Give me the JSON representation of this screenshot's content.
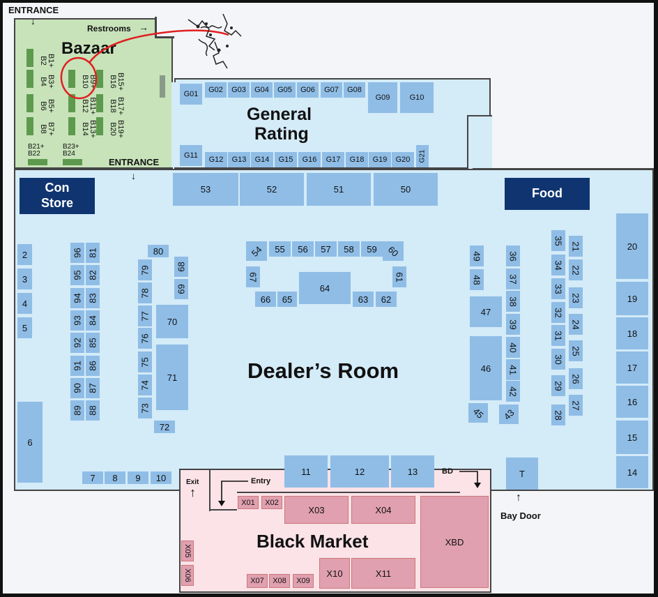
{
  "labels": {
    "entrance_top": "ENTRANCE",
    "entrance_mid": "ENTRANCE",
    "restrooms": "Restrooms",
    "bazaar": "Bazaar",
    "general_rating_1": "General",
    "general_rating_2": "Rating",
    "dealers_room": "Dealer’s Room",
    "black_market": "Black Market",
    "con_store_1": "Con",
    "con_store_2": "Store",
    "food": "Food",
    "exit": "Exit",
    "entry": "Entry",
    "bd": "BD",
    "bay_door": "Bay Door"
  },
  "bazaar_booths": [
    "B1+\nB2",
    "B3+\nB4",
    "B5+\nB6",
    "B7+\nB8",
    "B9+\nB10",
    "B11+\nB12",
    "B13+\nB14",
    "B15+\nB16",
    "B17+\nB18",
    "B19+\nB20",
    "B21+\nB22",
    "B23+\nB24"
  ],
  "general_booths": [
    "G01",
    "G02",
    "G03",
    "G04",
    "G05",
    "G06",
    "G07",
    "G08",
    "G09",
    "G10",
    "G11",
    "G12",
    "G13",
    "G14",
    "G15",
    "G16",
    "G17",
    "G18",
    "G19",
    "G20",
    "G21"
  ],
  "dealer_booths": {
    "top": [
      "53",
      "52",
      "51",
      "50"
    ],
    "left": [
      "2",
      "3",
      "4",
      "5",
      "6"
    ],
    "bottom": [
      "7",
      "8",
      "9",
      "10",
      "11",
      "12",
      "13",
      "T"
    ],
    "col96": [
      "96",
      "95",
      "94",
      "93",
      "92",
      "91",
      "90",
      "89"
    ],
    "col81": [
      "81",
      "82",
      "83",
      "84",
      "85",
      "86",
      "87",
      "88"
    ],
    "col79": [
      "80",
      "79",
      "78",
      "77",
      "76",
      "75",
      "74",
      "73",
      "72"
    ],
    "col68": [
      "68",
      "69",
      "70",
      "71"
    ],
    "center": [
      "54",
      "55",
      "56",
      "57",
      "58",
      "59",
      "60",
      "67",
      "61",
      "64",
      "66",
      "65",
      "63",
      "62"
    ],
    "right_mid": [
      "49",
      "48",
      "47",
      "46",
      "45",
      "36",
      "37",
      "38",
      "39",
      "40",
      "41",
      "42",
      "43"
    ],
    "right": [
      "35",
      "34",
      "33",
      "32",
      "31",
      "30",
      "29",
      "28",
      "21",
      "22",
      "23",
      "24",
      "25",
      "26",
      "27"
    ],
    "far_right": [
      "20",
      "19",
      "18",
      "17",
      "16",
      "15",
      "14"
    ]
  },
  "black_market_booths": [
    "X01",
    "X02",
    "X03",
    "X04",
    "XBD",
    "X05",
    "X06",
    "X07",
    "X08",
    "X09",
    "X10",
    "X11"
  ],
  "colors": {
    "bazaar": "#c8e3ba",
    "dealer": "#d4ebf8",
    "booth": "#8fbde6",
    "navy": "#0f3470",
    "market": "#fbe3e8",
    "annotation": "#e02020"
  }
}
